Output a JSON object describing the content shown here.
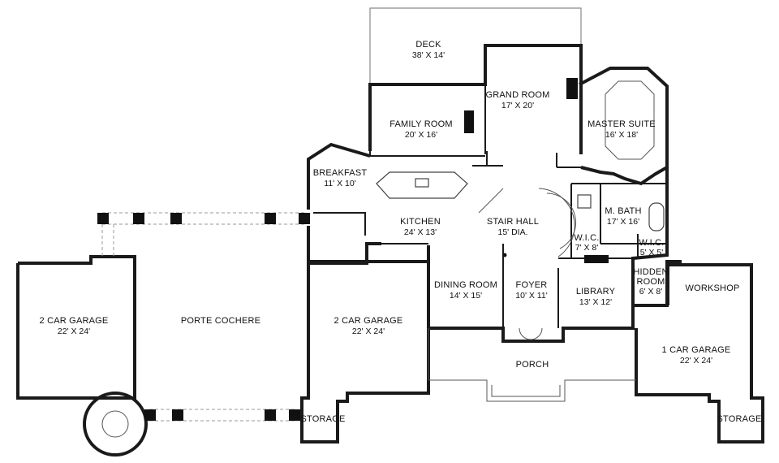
{
  "rooms": {
    "deck": {
      "name": "DECK",
      "dim": "38' X 14'"
    },
    "grand_room": {
      "name": "GRAND ROOM",
      "dim": "17' X 20'"
    },
    "family_room": {
      "name": "FAMILY ROOM",
      "dim": "20' X 16'"
    },
    "master_suite": {
      "name": "MASTER SUITE",
      "dim": "16' X 18'"
    },
    "breakfast": {
      "name": "BREAKFAST",
      "dim": "11' X 10'"
    },
    "kitchen": {
      "name": "KITCHEN",
      "dim": "24' X 13'"
    },
    "stair_hall": {
      "name": "STAIR HALL",
      "dim": "15' DIA."
    },
    "m_bath": {
      "name": "M. BATH",
      "dim": "17' X 16'"
    },
    "wic_1": {
      "name": "W.I.C.",
      "dim": "7' X 8'"
    },
    "wic_2": {
      "name": "W.I.C.",
      "dim": "5' X 5'"
    },
    "hidden_room": {
      "name": "HIDDEN",
      "name2": "ROOM",
      "dim": "6' X 8'"
    },
    "workshop": {
      "name": "WORKSHOP"
    },
    "garage_left": {
      "name": "2 CAR GARAGE",
      "dim": "22' X 24'"
    },
    "porte_cochere": {
      "name": "PORTE COCHERE"
    },
    "garage_center": {
      "name": "2 CAR GARAGE",
      "dim": "22' X 24'"
    },
    "dining_room": {
      "name": "DINING ROOM",
      "dim": "14' X 15'"
    },
    "foyer": {
      "name": "FOYER",
      "dim": "10' X 11'"
    },
    "library": {
      "name": "LIBRARY",
      "dim": "13' X 12'"
    },
    "garage_right": {
      "name": "1 CAR GARAGE",
      "dim": "22' X 24'"
    },
    "porch": {
      "name": "PORCH"
    },
    "storage_center": {
      "name": "STORAGE"
    },
    "storage_right": {
      "name": "STORAGE"
    }
  }
}
